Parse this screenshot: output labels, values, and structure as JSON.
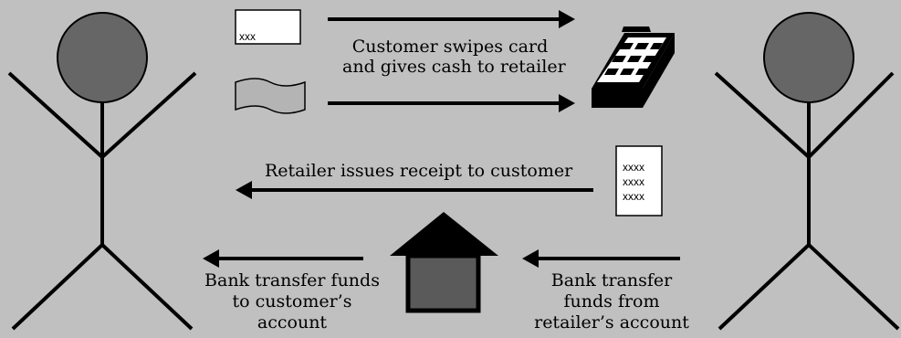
{
  "card": {
    "text": "xxx"
  },
  "receipt": {
    "lines": [
      "xxxx",
      "xxxx",
      "xxxx"
    ]
  },
  "labels": {
    "swipe_line1": "Customer swipes card",
    "swipe_line2": "and gives cash to retailer",
    "receipt": "Retailer issues receipt to customer",
    "to_customer_line1": "Bank transfer funds",
    "to_customer_line2": "to customer’s",
    "to_customer_line3": "account",
    "from_retailer_line1": "Bank transfer",
    "from_retailer_line2": "funds from",
    "from_retailer_line3": "retailer’s account"
  },
  "colors": {
    "background": "#c0c0c0",
    "head": "#666666",
    "bank_body": "#5a5a5a",
    "cash": "#b4b4b4",
    "paper": "#ffffff",
    "ink": "#000000"
  }
}
